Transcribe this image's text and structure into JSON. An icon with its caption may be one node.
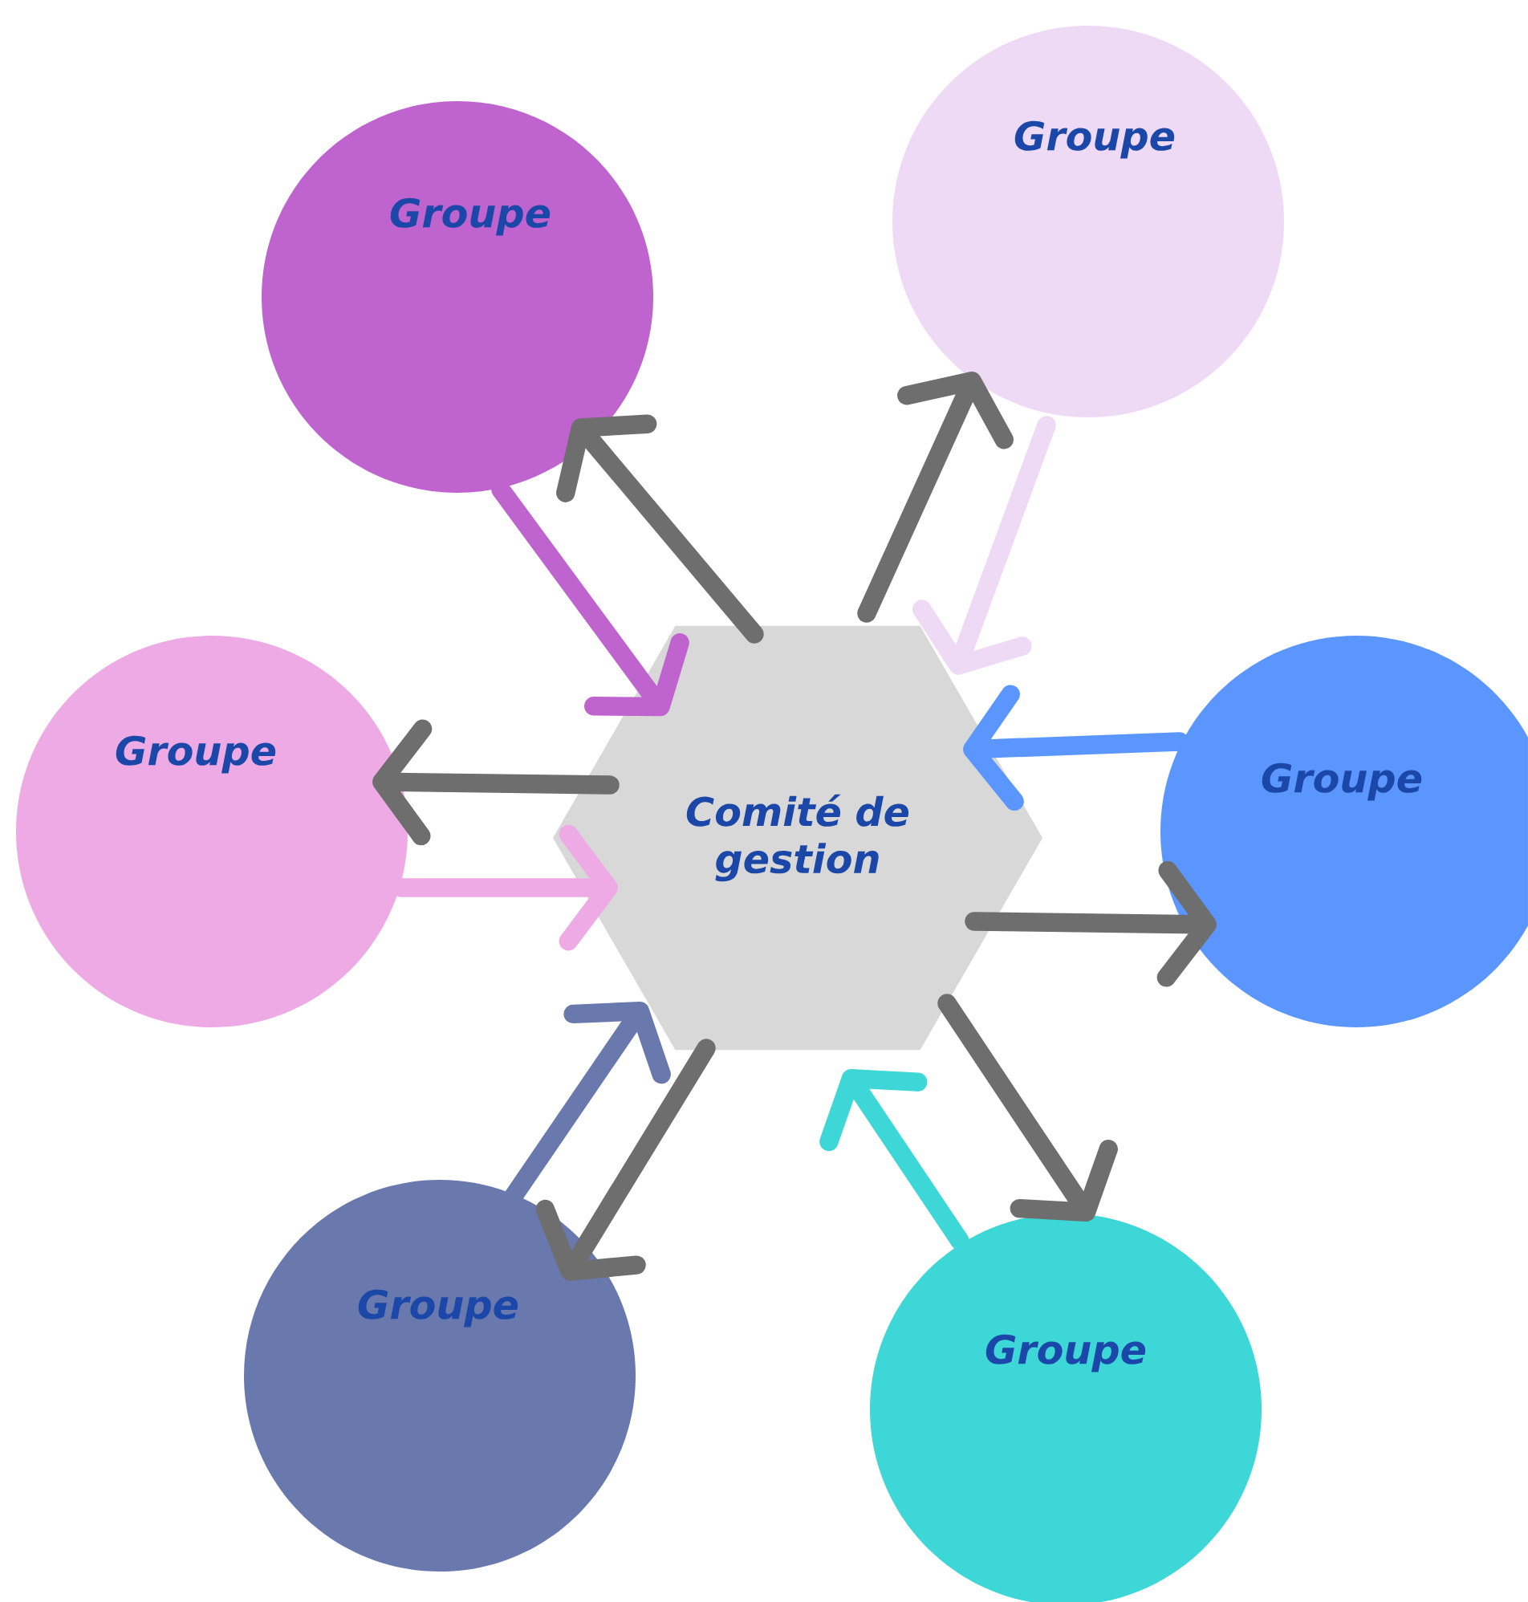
{
  "diagram": {
    "nodes": [
      {
        "text": [
          "Comité de gestion"
        ]
      },
      {
        "text": [
          "Groupe"
        ]
      },
      {
        "text": [
          "Groupe"
        ]
      },
      {
        "text": [
          "Groupe"
        ]
      },
      {
        "text": [
          "Groupe"
        ]
      },
      {
        "text": [
          "Groupe"
        ]
      },
      {
        "text": [
          "Groupe"
        ]
      }
    ],
    "edges": [
      {
        "from": 0,
        "to": 1,
        "arrow": "to",
        "color": "#6e6e6e"
      },
      {
        "from": 1,
        "to": 0,
        "arrow": "to",
        "color": "#bf63cf"
      },
      {
        "from": 0,
        "to": 2,
        "arrow": "to",
        "color": "#6e6e6e"
      },
      {
        "from": 2,
        "to": 0,
        "arrow": "to",
        "color": "#eedaf5"
      },
      {
        "from": 0,
        "to": 3,
        "arrow": "to",
        "color": "#6e6e6e"
      },
      {
        "from": 3,
        "to": 0,
        "arrow": "to",
        "color": "#eeaae5"
      },
      {
        "from": 4,
        "to": 0,
        "arrow": "to",
        "color": "#5a96fd"
      },
      {
        "from": 0,
        "to": 4,
        "arrow": "to",
        "color": "#6e6e6e"
      },
      {
        "from": 5,
        "to": 0,
        "arrow": "to",
        "color": "#6a79ad"
      },
      {
        "from": 0,
        "to": 5,
        "arrow": "to",
        "color": "#6e6e6e"
      },
      {
        "from": 6,
        "to": 0,
        "arrow": "to",
        "color": "#3cd7d6"
      },
      {
        "from": 0,
        "to": 6,
        "arrow": "to",
        "color": "#6e6e6e"
      }
    ]
  }
}
